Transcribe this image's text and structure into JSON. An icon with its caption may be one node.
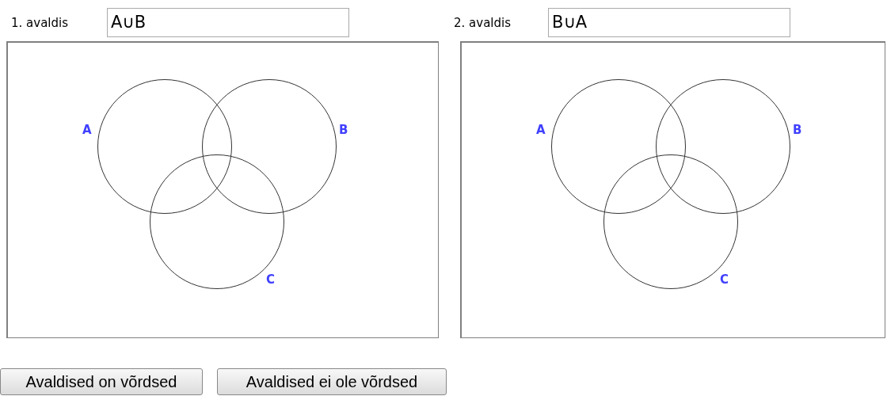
{
  "diagram": {
    "nodes": [
      {
        "text": [],
        "shape": "box"
      },
      {
        "text": [
          "A"
        ],
        "in": 0
      },
      {
        "text": [
          "B"
        ],
        "in": 0
      },
      {
        "text": [
          "C"
        ],
        "in": 0
      },
      {
        "text": [],
        "shape": "box"
      },
      {
        "text": [
          "A"
        ],
        "in": 4
      },
      {
        "text": [
          "B"
        ],
        "in": 4
      },
      {
        "text": [
          "C"
        ],
        "in": 4
      }
    ],
    "edges": [],
    "labels": [
      "1. avaldis",
      "A∪B",
      "2. avaldis",
      "B∪A",
      "Avaldised on võrdsed",
      "Avaldised ei ole võrdsed"
    ]
  }
}
